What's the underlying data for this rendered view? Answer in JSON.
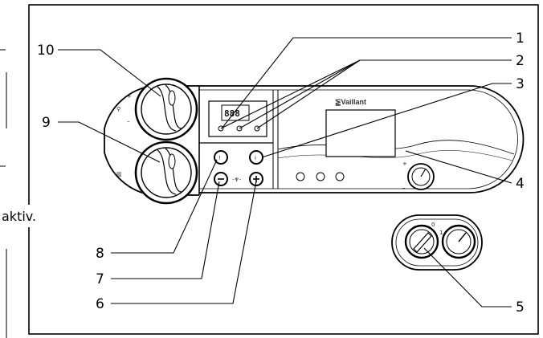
{
  "page_side_text": "aktiv.",
  "brand": "⪠Vaillant",
  "display_readout": "888",
  "scale_marks": {
    "zero": "0",
    "one": "1",
    "plus": "+",
    "minus": "–"
  },
  "colors": {
    "line": "#000000",
    "panel_fill": "#ffffff",
    "frame_stroke": "#000000"
  },
  "callouts": [
    {
      "id": "1",
      "label": "1"
    },
    {
      "id": "2",
      "label": "2"
    },
    {
      "id": "3",
      "label": "3"
    },
    {
      "id": "4",
      "label": "4"
    },
    {
      "id": "5",
      "label": "5"
    },
    {
      "id": "6",
      "label": "6"
    },
    {
      "id": "7",
      "label": "7"
    },
    {
      "id": "8",
      "label": "8"
    },
    {
      "id": "9",
      "label": "9"
    },
    {
      "id": "10",
      "label": "10"
    }
  ]
}
